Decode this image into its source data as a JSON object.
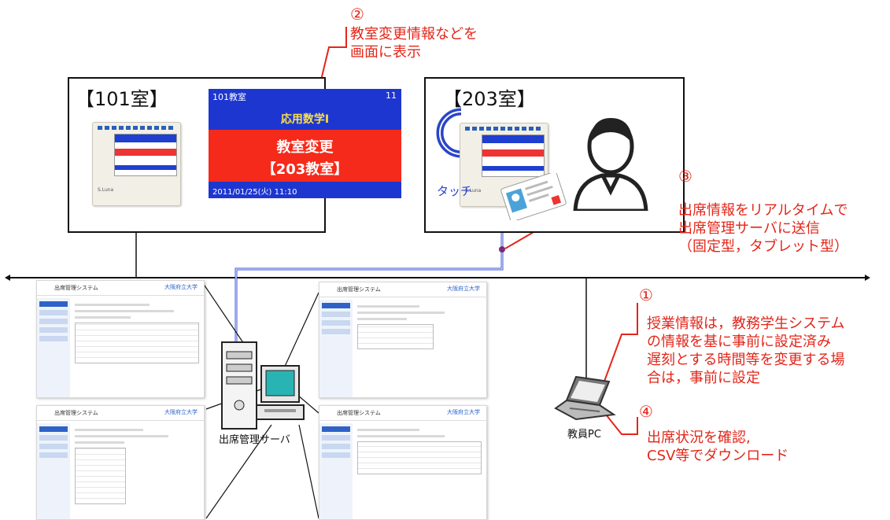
{
  "rooms": {
    "room101": {
      "label": "【101室】"
    },
    "room203": {
      "label": "【203室】",
      "touch": "タッチ"
    }
  },
  "screen": {
    "room": "101教室",
    "number": "11",
    "subject": "応用数学Ⅰ",
    "change": "教室変更",
    "new_room": "【203教室】",
    "datetime": "2011/01/25(火) 11:10"
  },
  "annotations": {
    "a2": {
      "num": "②",
      "lines": [
        "教室変更情報などを",
        "画面に表示"
      ]
    },
    "a3": {
      "num": "③",
      "lines": [
        "出席情報をリアルタイムで",
        "出席管理サーバに送信",
        "（固定型，タブレット型）"
      ]
    },
    "a1": {
      "num": "①",
      "lines": [
        "授業情報は，教務学生システム",
        "の情報を基に事前に設定済み",
        "遅刻とする時間等を変更する場",
        "合は，事前に設定"
      ]
    },
    "a4": {
      "num": "④",
      "lines": [
        "出席状況を確認,",
        "CSV等でダウンロード"
      ]
    }
  },
  "server": {
    "label": "出席管理サーバ"
  },
  "teacher_pc": {
    "label": "教員PC"
  },
  "screenshots": {
    "app_title": "出席管理システム",
    "logo": "大阪府立大学"
  },
  "colors": {
    "accent_red": "#e32619",
    "screen_blue": "#1e36d0",
    "screen_red": "#f52a1b",
    "link_blue": "#3a55d8",
    "line_purple": "#7b2a7a"
  }
}
